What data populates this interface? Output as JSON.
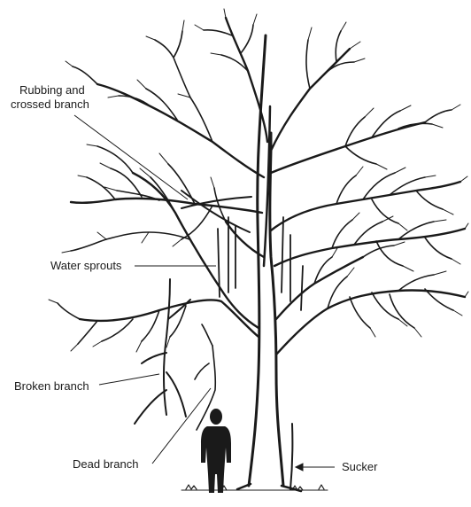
{
  "labels": {
    "rubbing_line1": "Rubbing and",
    "rubbing_line2": "crossed branch",
    "water_sprouts": "Water sprouts",
    "broken_branch": "Broken branch",
    "dead_branch": "Dead branch",
    "sucker": "Sucker"
  },
  "icons": {
    "tree": "deciduous-tree-illustration",
    "person": "standing-person-silhouette"
  },
  "colors": {
    "ink": "#1a1a1a",
    "background": "#ffffff"
  }
}
